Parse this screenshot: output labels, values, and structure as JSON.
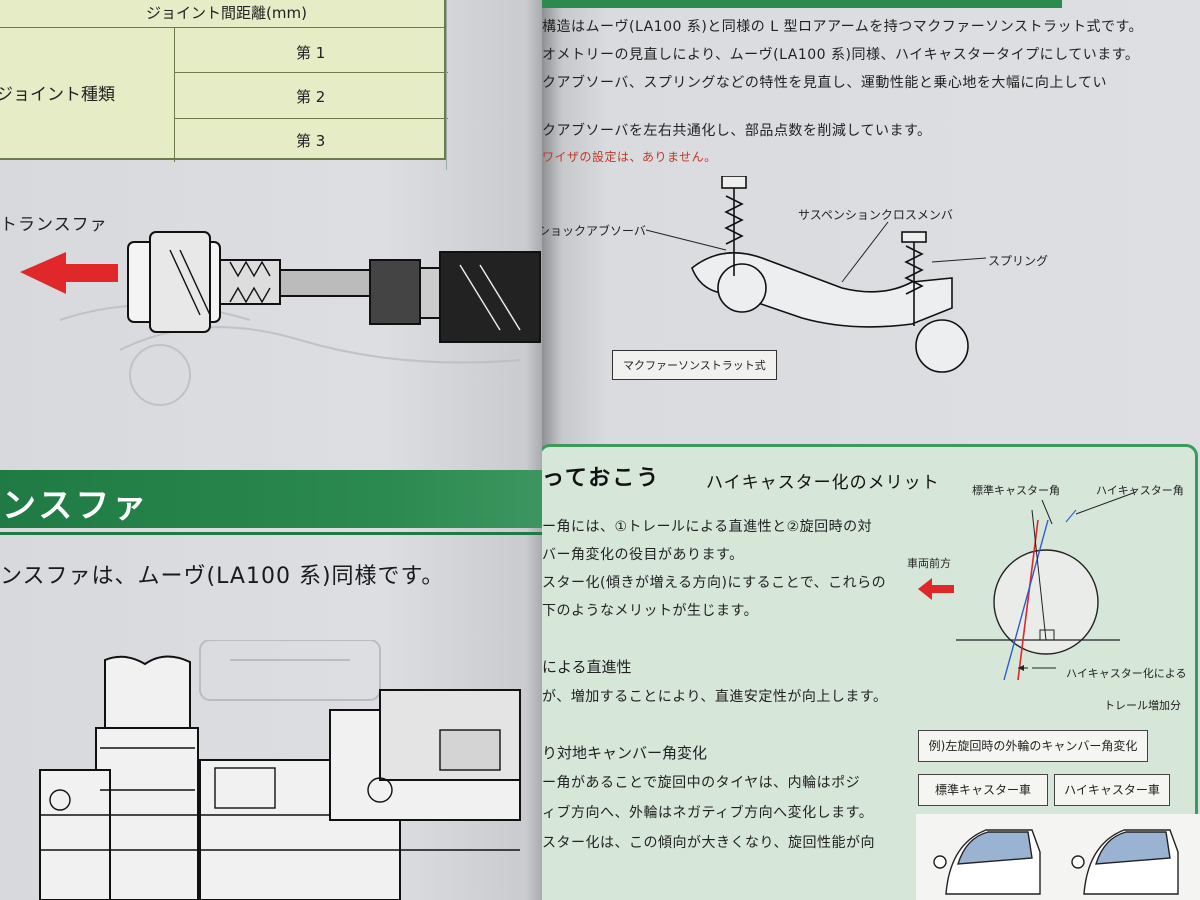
{
  "left_page": {
    "table": {
      "header": "ジョイント間距離(mm)",
      "row_label": "ジョイント種類",
      "rows": [
        "第 1",
        "第 2",
        "第 3"
      ]
    },
    "transfer_label": "トランスファ",
    "section_title": "ンスファ",
    "body_text": "ンスファは、ムーヴ(LA100 系)同様です。"
  },
  "right_page": {
    "paragraphs": [
      "構造はムーヴ(LA100 系)と同様の L 型ロアアームを持つマクファーソンストラット式です。",
      "オメトリーの見直しにより、ムーヴ(LA100 系)同様、ハイキャスタータイプにしています。",
      "クアブソーバ、スプリングなどの特性を見直し、運動性能と乗心地を大幅に向上してい",
      "クアブソーバを左右共通化し、部品点数を削減しています。"
    ],
    "note_red": "ワイザの設定は、ありません。",
    "suspension_labels": {
      "shock": "ショックアブソーバ",
      "crossmember": "サスペンションクロスメンバ",
      "spring": "スプリング",
      "type_box": "マクファーソンストラット式"
    },
    "know_box": {
      "title": "っておこう",
      "merit_title": "ハイキャスター化のメリット",
      "intro": [
        "ー角には、①トレールによる直進性と②旋回時の対",
        "バー角変化の役目があります。",
        "スター化(傾きが増える方向)にすることで、これらの",
        "下のようなメリットが生じます。"
      ],
      "heading1": "による直進性",
      "text1": "が、増加することにより、直進安定性が向上します。",
      "heading2": "り対地キャンバー角変化",
      "text2": [
        "ー角があることで旋回中のタイヤは、内輪はポジ",
        "ィブ方向へ、外輪はネガティブ方向へ変化します。",
        "スター化は、この傾向が大きくなり、旋回性能が向"
      ],
      "diagram_labels": {
        "standard_angle": "標準キャスター角",
        "high_angle": "ハイキャスター角",
        "front": "車両前方",
        "trail_increase_1": "ハイキャスター化による",
        "trail_increase_2": "トレール増加分"
      },
      "example_box": "例)左旋回時の外輪のキャンバー角変化",
      "standard_car": "標準キャスター車",
      "high_car": "ハイキャスター車"
    }
  },
  "colors": {
    "section_green": "#2b8a4f",
    "table_fill": "#e6ecc6",
    "arrow_red": "#e0282a",
    "box_border": "#3b9a5e"
  }
}
